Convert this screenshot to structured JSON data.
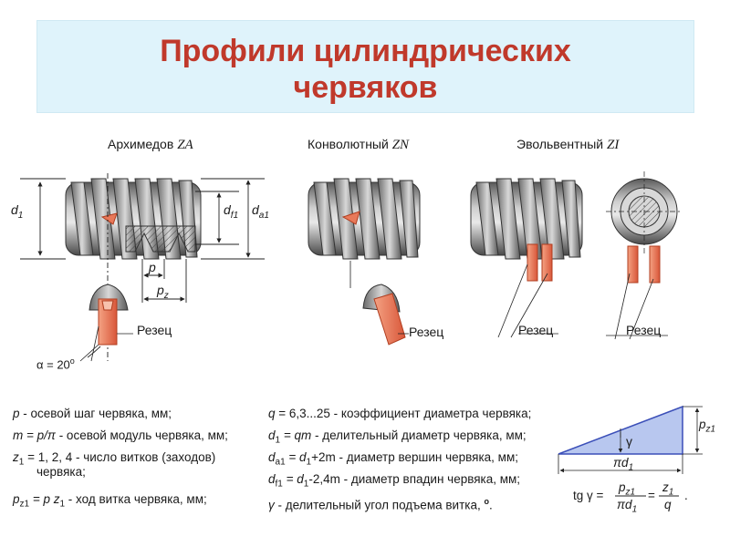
{
  "title": {
    "line1": "Профили цилиндрических",
    "line2": "червяков"
  },
  "profiles": [
    {
      "name": "Архимедов",
      "code": "ZA"
    },
    {
      "name": "Конволютный",
      "code": "ZN"
    },
    {
      "name": "Эвольвентный",
      "code": "ZI"
    }
  ],
  "dim_labels": {
    "d1": "d",
    "d1_sub": "1",
    "df1": "d",
    "df1_sub": "f1",
    "da1": "d",
    "da1_sub": "a1",
    "p": "p",
    "pz": "p",
    "pz_sub": "z"
  },
  "cutter_label": "Резец",
  "alpha_label": "α = 20",
  "alpha_deg": "o",
  "left_notes": [
    {
      "sym": "p",
      "text": " - осевой шаг червяка, мм;"
    },
    {
      "sym": "m = p/π",
      "text": " - осевой модуль червяка, мм;"
    },
    {
      "sym": "z",
      "sub": "1",
      "text": " = 1, 2, 4 - число витков (заходов)"
    },
    {
      "sym": "",
      "text": "червяка;"
    },
    {
      "sym": "p",
      "sub": "z1",
      "text": " = p z",
      "text_sub": "1",
      "text2": " - ход витка червяка, мм;"
    }
  ],
  "right_notes": [
    {
      "sym": "q",
      "text": " = 6,3...25 - коэффициент диаметра червяка;"
    },
    {
      "sym": "d",
      "sub": "1",
      "text": " = qm",
      "text2": " - делительный диаметр червяка, мм;"
    },
    {
      "sym": "d",
      "sub": "a1",
      "text": " = d",
      "text_sub": "1",
      "text2": "+2m - диаметр вершин червяка, мм;"
    },
    {
      "sym": "d",
      "sub": "f1",
      "text": " = d",
      "text_sub": "1",
      "text2": "-2,4m - диаметр впадин червяка, мм;"
    },
    {
      "sym": "γ",
      "text": " - делительный угол подъема витка, ",
      "deg": "o",
      "end": "."
    }
  ],
  "triangle": {
    "gamma": "γ",
    "pid1": "πd",
    "pid1_sub": "1",
    "pz1": "p",
    "pz1_sub": "z1"
  },
  "formula": {
    "lhs": "tg γ =",
    "n1": "p",
    "n1_sub": "z1",
    "d1": "πd",
    "d1_sub": "1",
    "eq": "=",
    "n2": "z",
    "n2_sub": "1",
    "d2": "q",
    "end": "."
  },
  "colors": {
    "title": "#c0392b",
    "title_bg": "#dff3fb",
    "cutter": "#e8795a",
    "cutter_dark": "#c44a2a",
    "triangle": "#b8c7ef",
    "triangle_edge": "#3b4fb8"
  }
}
